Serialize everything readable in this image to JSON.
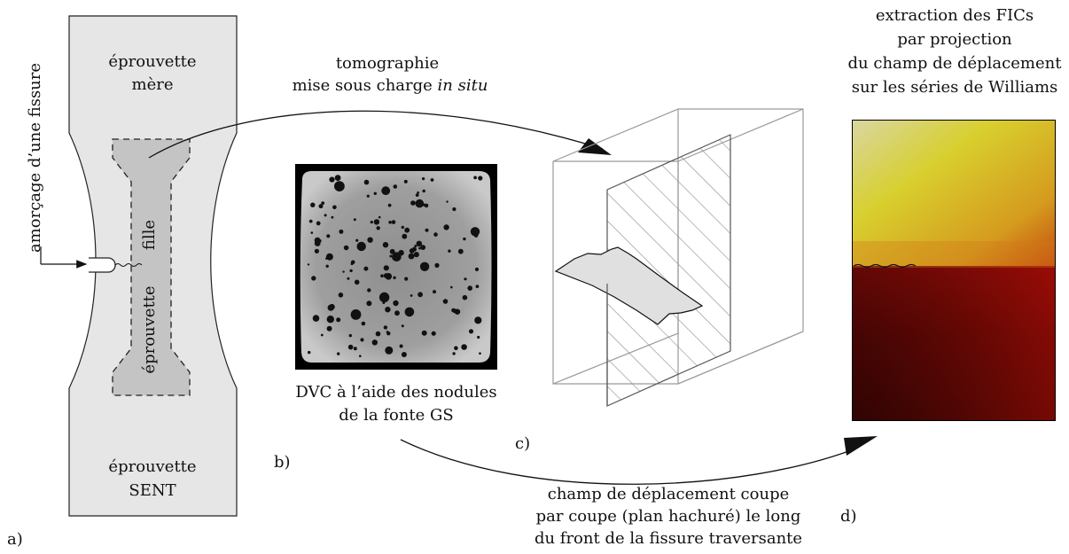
{
  "colors": {
    "specimen_fill": "#e6e6e6",
    "child_fill": "#c4c4c4",
    "line": "#222222",
    "box_line": "#9a9a9a",
    "hatch": "#8a8a8a",
    "crack_fill": "#e0e0e0"
  },
  "panel_a": {
    "label": "a)",
    "mother_top": [
      "éprouvette",
      "mère"
    ],
    "mother_bottom": [
      "éprouvette",
      "SENT"
    ],
    "child_label": [
      "fille",
      "éprouvette"
    ],
    "notch_label": "amorçage d’une fissure"
  },
  "panel_b": {
    "label": "b)",
    "top_line1": "tomographie",
    "top_line2_prefix": "mise sous charge ",
    "top_line2_italic": "in situ",
    "caption": [
      "DVC à l’aide des nodules",
      "de la fonte GS"
    ],
    "image_name": "tomography-slice-image"
  },
  "panel_c": {
    "label": "c)",
    "caption": [
      "champ de déplacement coupe",
      "par coupe (plan hachuré) le long",
      "du front de la fissure traversante"
    ]
  },
  "panel_d": {
    "label": "d)",
    "caption": [
      "extraction des FICs",
      "par projection",
      "du champ de déplacement",
      "sur les séries de Williams"
    ],
    "image_name": "displacement-field-map"
  }
}
